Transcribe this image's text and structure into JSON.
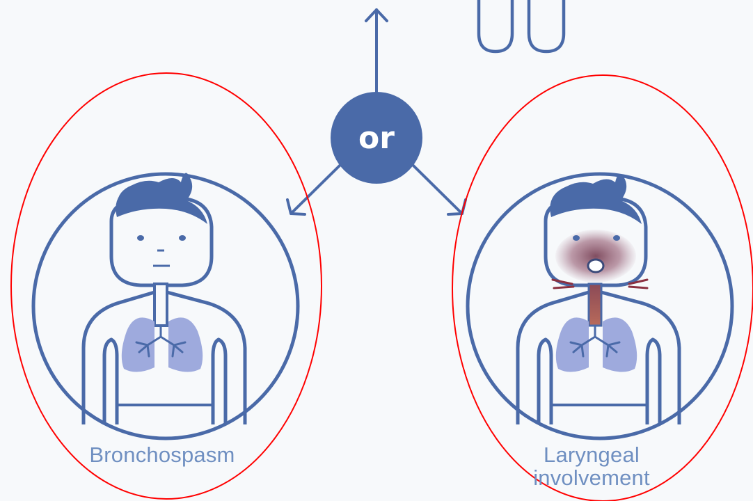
{
  "diagram": {
    "center_connector": "or",
    "left_outcome": "Bronchospasm",
    "right_outcome_line1": "Laryngeal",
    "right_outcome_line2": "involvement"
  },
  "colors": {
    "primary_blue": "#4a6aa8",
    "lung_fill": "#9eaadd",
    "highlight_red": "#ff0000",
    "swelling": "#7a3f4f",
    "background": "#f7f9fb"
  },
  "icons": {
    "top": "test-tubes-icon",
    "left_figure": "person-with-lungs-icon",
    "right_figure": "person-with-throat-swelling-icon"
  }
}
